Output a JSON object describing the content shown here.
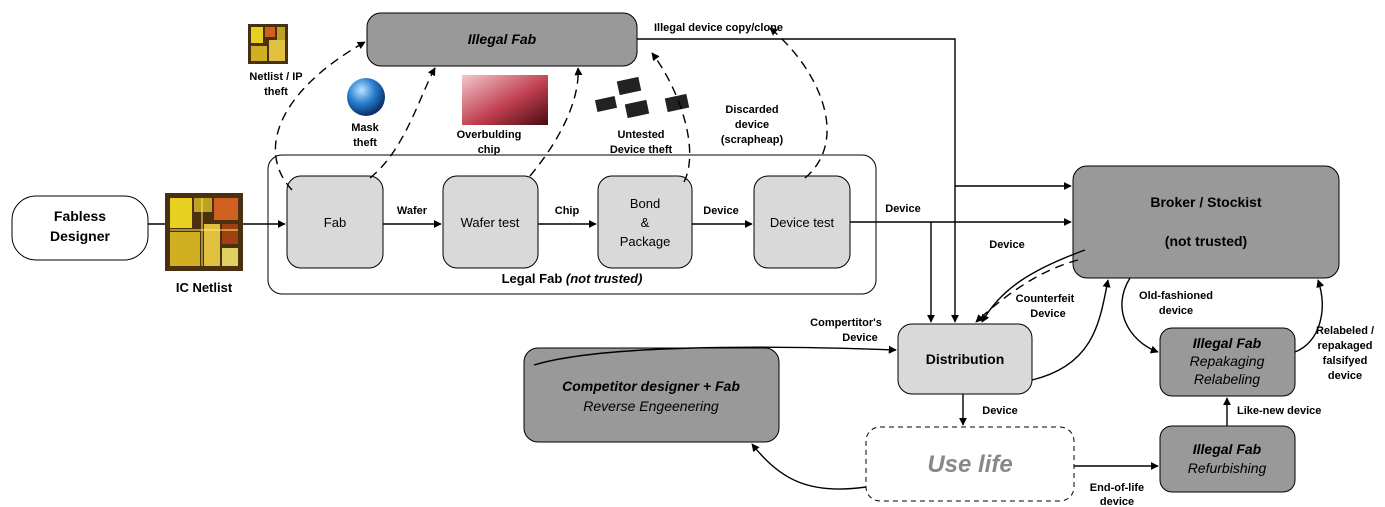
{
  "nodes": {
    "illegal_fab_top": "Illegal Fab",
    "fabless_designer": [
      "Fabless",
      "Designer"
    ],
    "ic_netlist": "IC Netlist",
    "fab": "Fab",
    "wafer_test": "Wafer test",
    "bond_package": [
      "Bond",
      "&",
      "Package"
    ],
    "device_test": "Device test",
    "legal_fab": {
      "main": "Legal Fab ",
      "qualifier": "(not trusted)"
    },
    "broker": {
      "title": "Broker / Stockist",
      "note": "(not trusted)"
    },
    "distribution": "Distribution",
    "competitor": {
      "title": "Competitor designer + Fab",
      "subtitle": "Reverse Engeenering"
    },
    "use_life": "Use life",
    "illegal_fab_repackaging": {
      "title": "Illegal Fab",
      "line1": "Repakaging",
      "line2": "Relabeling"
    },
    "illegal_fab_refurbishing": {
      "title": "Illegal Fab",
      "subtitle": "Refurbishing"
    }
  },
  "labels": {
    "illegal_copy": "Illegal device copy/clone",
    "netlist_theft": [
      "Netlist / IP",
      "theft"
    ],
    "mask_theft": [
      "Mask",
      "theft"
    ],
    "overbuilding": [
      "Overbulding",
      "chip"
    ],
    "untested_theft": [
      "Untested",
      "Device theft"
    ],
    "discarded": [
      "Discarded",
      "device",
      "(scrapheap)"
    ],
    "wafer": "Wafer",
    "chip": "Chip",
    "device_1": "Device",
    "device_2": "Device",
    "device_3": "Device",
    "device_4": "Device",
    "counterfeit": [
      "Counterfeit",
      "Device"
    ],
    "competitors_device": [
      "Compertitor's",
      "Device"
    ],
    "old_fashioned": [
      "Old-fashioned",
      "device"
    ],
    "relabeled": [
      "Relabeled /",
      "repakaged",
      "falsifyed",
      "device"
    ],
    "like_new": "Like-new device",
    "end_of_life": [
      "End-of-life",
      "device"
    ]
  },
  "colors": {
    "dark_box": "#999999",
    "light_box": "#d9d9d9",
    "line": "#000000",
    "use_life_text": "#888888"
  },
  "icons": {
    "netlist_small": "chip-layout-image",
    "ic_netlist": "chip-layout-image",
    "mask": "wafer-globe-image",
    "overbuilding": "chip-closeup-photo",
    "untested": "packaged-chips-image"
  }
}
